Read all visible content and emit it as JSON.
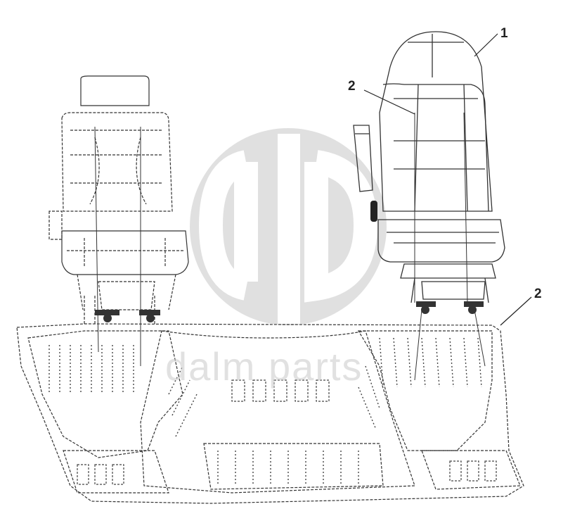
{
  "watermark": {
    "text": "dalm parts",
    "color": "#c8c8c8"
  },
  "callouts": [
    {
      "id": "callout-1",
      "label": "1"
    },
    {
      "id": "callout-2-upper",
      "label": "2"
    },
    {
      "id": "callout-2-lower",
      "label": "2"
    }
  ],
  "colors": {
    "line": "#333333",
    "background": "#ffffff"
  }
}
